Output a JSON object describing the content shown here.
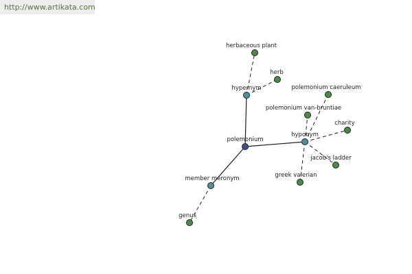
{
  "header": {
    "url": "http://www.artikata.com"
  },
  "colors": {
    "root": "#3c4f8c",
    "category": "#4f8fa0",
    "leaf": "#4c8a48",
    "url_text": "#58723f",
    "url_bg": "#eeeeee"
  },
  "graph": {
    "nodes": [
      {
        "id": "polemonium",
        "label": "polemonium",
        "type": "root"
      },
      {
        "id": "hypernym",
        "label": "hypernym",
        "type": "category"
      },
      {
        "id": "hyponym",
        "label": "hyponym",
        "type": "category"
      },
      {
        "id": "member-meronym",
        "label": "member meronym",
        "type": "category"
      },
      {
        "id": "herbaceous-plant",
        "label": "herbaceous plant",
        "type": "leaf"
      },
      {
        "id": "herb",
        "label": "herb",
        "type": "leaf"
      },
      {
        "id": "polemonium-caeruleum",
        "label": "polemonium caeruleum",
        "type": "leaf"
      },
      {
        "id": "polemonium-van-bruntiae",
        "label": "polemonium van-bruntiae",
        "type": "leaf"
      },
      {
        "id": "charity",
        "label": "charity",
        "type": "leaf"
      },
      {
        "id": "jacobs-ladder",
        "label": "jacob's ladder",
        "type": "leaf"
      },
      {
        "id": "greek-valerian",
        "label": "greek valerian",
        "type": "leaf"
      },
      {
        "id": "genus",
        "label": "genus",
        "type": "leaf"
      }
    ],
    "edges": [
      {
        "from": "polemonium",
        "to": "hypernym",
        "style": "solid"
      },
      {
        "from": "polemonium",
        "to": "hyponym",
        "style": "solid"
      },
      {
        "from": "polemonium",
        "to": "member-meronym",
        "style": "solid"
      },
      {
        "from": "hypernym",
        "to": "herbaceous-plant",
        "style": "dashed"
      },
      {
        "from": "hypernym",
        "to": "herb",
        "style": "dashed"
      },
      {
        "from": "hyponym",
        "to": "polemonium-caeruleum",
        "style": "dashed"
      },
      {
        "from": "hyponym",
        "to": "polemonium-van-bruntiae",
        "style": "dashed"
      },
      {
        "from": "hyponym",
        "to": "charity",
        "style": "dashed"
      },
      {
        "from": "hyponym",
        "to": "jacobs-ladder",
        "style": "dashed"
      },
      {
        "from": "hyponym",
        "to": "greek-valerian",
        "style": "dashed"
      },
      {
        "from": "member-meronym",
        "to": "genus",
        "style": "dashed"
      }
    ]
  }
}
